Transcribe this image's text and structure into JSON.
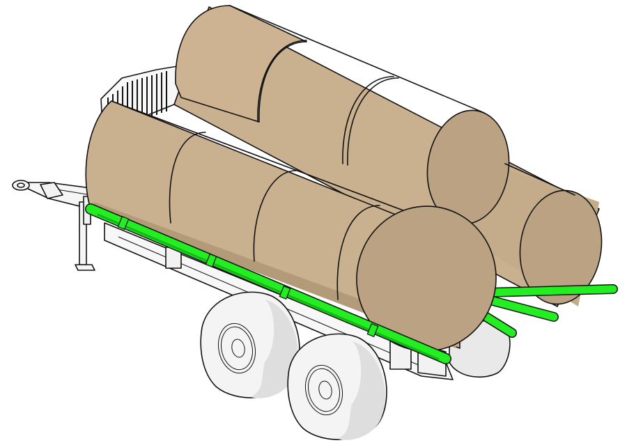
{
  "scene": {
    "subject": "Bale trailer loaded with round hay bales",
    "bale_rows": [
      {
        "row": "back",
        "bale_count": 3
      },
      {
        "row": "front",
        "bale_count": 4
      }
    ],
    "components": [
      "tow-hitch-eye",
      "drawbar",
      "jack-stand",
      "front-rack-guard",
      "bale-support-rails",
      "tandem-wheels"
    ]
  },
  "colors": {
    "background": "#ffffff",
    "bale_side": "#c9b08f",
    "bale_end": "#bba283",
    "bale_shadow": "#b09876",
    "rail_green": "#22ee22",
    "rail_dark": "#14b814",
    "tire": "#f4f4f4",
    "tire_shade": "#dedede",
    "frame": "#f6f6f6",
    "outline": "#111111"
  }
}
